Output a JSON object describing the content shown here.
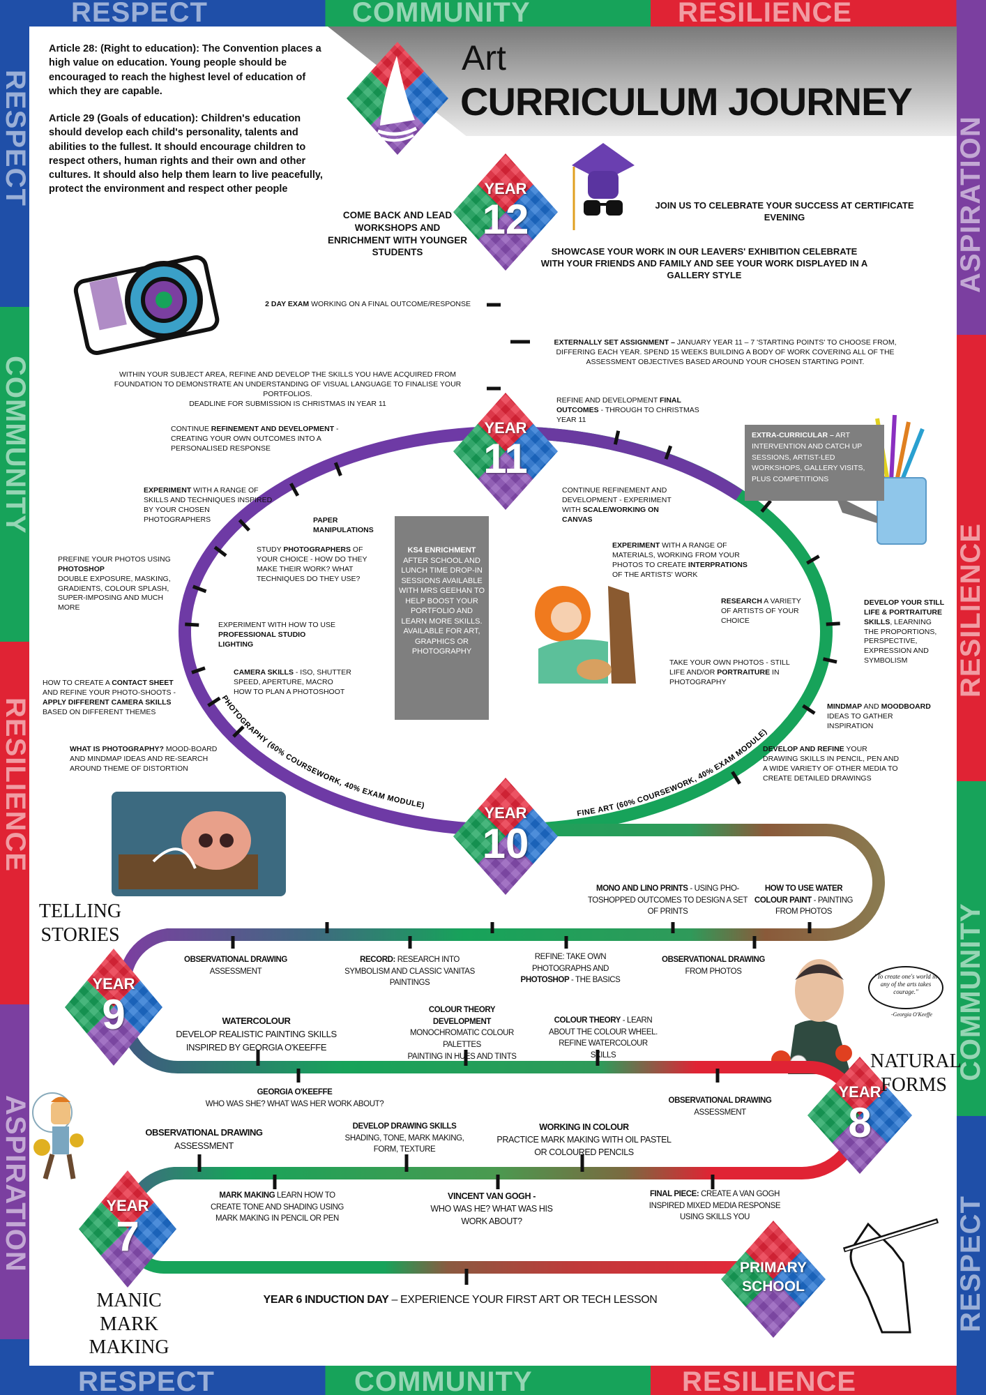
{
  "colors": {
    "blue": "#1f4fa8",
    "green": "#17a35a",
    "red": "#e02334",
    "purple": "#7b3fa0",
    "gray": "#7f7f7f"
  },
  "border": {
    "top": [
      "RESPECT",
      "COMMUNITY",
      "RESILIENCE"
    ],
    "bottom": [
      "RESPECT",
      "COMMUNITY",
      "RESILIENCE"
    ],
    "left": [
      "RESPECT",
      "COMMUNITY",
      "RESILIENCE",
      "ASPIRATION"
    ],
    "right": [
      "ASPIRATION",
      "RESILIENCE",
      "COMMUNITY",
      "RESPECT"
    ]
  },
  "header": {
    "subject": "Art",
    "title": "CURRICULUM JOURNEY"
  },
  "articles": {
    "a28": "Article 28: (Right to education): The Convention places a high value on education. Young people should be encouraged to reach the highest level of education of which they are capable.",
    "a29": "Article 29 (Goals of education): Children's education should develop each child's personality, talents and abilities to the fullest. It should encourage children to respect others, human rights and their own and other cultures. It should also help them learn to live peacefully, protect the environment and respect other people"
  },
  "years": {
    "y12": [
      "YEAR",
      "12"
    ],
    "y11": [
      "YEAR",
      "11"
    ],
    "y10": [
      "YEAR",
      "10"
    ],
    "y9": [
      "YEAR",
      "9"
    ],
    "y8": [
      "YEAR",
      "8"
    ],
    "y7": [
      "YEAR",
      "7"
    ],
    "primary": [
      "PRIMARY",
      "SCHOOL"
    ]
  },
  "themes": {
    "y9": "TELLING STORIES",
    "y8": "NATURAL FORMS",
    "y7": "MANIC MARK MAKING"
  },
  "quote": {
    "text": "\"To create one's world in any of the arts takes courage.\"",
    "author": "-Georgia O'Keeffe"
  },
  "pathways": {
    "photography": "PHOTOGRAPHY (60% COURSEWORK, 40% EXAM MODULE)",
    "fineart": "FINE ART (60% COURSEWORK, 40% EXAM MODULE)"
  },
  "labels": {
    "comeback": [
      [
        "COME BACK AND LEAD WORKSHOPS AND ENRICHMENT WITH YOUNGER STUDENTS",
        1
      ]
    ],
    "join": [
      [
        "JOIN US TO CELEBRATE YOUR SUCCESS AT CERTIFICATE EVENING",
        1
      ]
    ],
    "showcase": [
      [
        "SHOWCASE YOUR WORK IN OUR LEAVERS' EXHIBITION CELEBRATE WITH YOUR FRIENDS AND FAMILY AND SEE YOUR WORK DISPLAYED IN A GALLERY STYLE",
        1
      ]
    ],
    "exam": [
      [
        "2 DAY EXAM",
        1
      ],
      [
        " WORKING ON A FINAL OUTCOME/RESPONSE",
        0
      ]
    ],
    "esa": [
      [
        "EXTERNALLY SET ASSIGNMENT –",
        1
      ],
      [
        " JANUARY YEAR 11 – 7 'STARTING POINTS' TO CHOOSE FROM, DIFFERING EACH YEAR. SPEND 15 WEEKS BUILDING A BODY OF WORK COVERING ALL OF THE ASSESSMENT OBJECTIVES BASED AROUND YOUR CHOSEN STARTING POINT.",
        0
      ]
    ],
    "within": [
      [
        "WITHIN YOUR SUBJECT AREA, REFINE AND DEVELOP THE SKILLS YOU HAVE ACQUIRED FROM FOUNDATION TO DEMONSTRATE AN UNDERSTANDING OF VISUAL LANGUAGE TO FINALISE YOUR PORTFOLIOS.",
        0
      ],
      [
        "\nDEADLINE FOR SUBMISSION IS CHRISTMAS IN YEAR 11",
        0
      ]
    ],
    "finalout": [
      [
        "REFINE AND DEVELOPMENT ",
        0
      ],
      [
        "FINAL OUTCOMES",
        1
      ],
      [
        " - THROUGH TO CHRISTMAS YEAR 11",
        0
      ]
    ],
    "contref": [
      [
        "CONTINUE ",
        0
      ],
      [
        "REFINEMENT AND DEVELOPMENT",
        1
      ],
      [
        " - CREATING YOUR OWN OUTCOMES INTO A PERSONALISED RESPONSE",
        0
      ]
    ],
    "contref2": [
      [
        "CONTINUE REFINEMENT AND DEVELOPMENT - EXPERIMENT WITH ",
        0
      ],
      [
        "SCALE/WORKING ON CANVAS",
        1
      ]
    ],
    "expphoto": [
      [
        "EXPERIMENT",
        1
      ],
      [
        " WITH A RANGE OF SKILLS AND TECHNIQUES INSPIRED BY YOUR CHOSEN PHOTOGRAPHERS",
        0
      ]
    ],
    "paper": [
      [
        "PAPER MANIPULATIONS",
        1
      ]
    ],
    "study": [
      [
        "STUDY ",
        0
      ],
      [
        "PHOTOGRAPHERS",
        1
      ],
      [
        " OF YOUR CHOICE - HOW DO THEY MAKE THEIR WORK? WHAT TECHNIQUES DO THEY USE?",
        0
      ]
    ],
    "prefine": [
      [
        "PREFINE YOUR PHOTOS USING ",
        0
      ],
      [
        "PHOTOSHOP",
        1
      ],
      [
        "\nDOUBLE EXPOSURE, MASKING, GRADIENTS, COLOUR SPLASH, SUPER-IMPOSING AND MUCH MORE",
        0
      ]
    ],
    "lighting": [
      [
        "EXPERIMENT WITH HOW TO USE ",
        0
      ],
      [
        "PROFESSIONAL STUDIO LIGHTING",
        1
      ]
    ],
    "camera": [
      [
        "CAMERA SKILLS",
        1
      ],
      [
        " - ISO, SHUTTER SPEED, APERTURE, MACRO\nHOW TO PLAN A PHOTOSHOOT",
        0
      ]
    ],
    "contact": [
      [
        "HOW TO CREATE A ",
        0
      ],
      [
        "CONTACT SHEET",
        1
      ],
      [
        " AND REFINE YOUR PHOTO-SHOOTS - ",
        0
      ],
      [
        "APPLY DIFFERENT CAMERA SKILLS",
        1
      ],
      [
        " BASED ON DIFFErENT THEMES",
        0
      ]
    ],
    "whatis": [
      [
        "WHAT IS PHOTOGRAPHY?",
        1
      ],
      [
        " MOOD-BOARD AND MINDMAP IDEAS AND RE-SEARCH AROUND THEME OF DISTORTION",
        0
      ]
    ],
    "ks4": [
      [
        "KS4 ENRICHMENT",
        1
      ],
      [
        "\nAFTER SCHOOL AND LUNCH TIME DROP-IN SESSIONS AVAILABLE WITH MRS GEEHAN TO HELP BOOST YOUR PORTFOLIO AND LEARN MORE SKILLS.\nAVAILABLE FOR ART, GRAPHICS OR PHOTOGRAPHY",
        0
      ]
    ],
    "extra": [
      [
        "EXTRA-CURRICULAR –",
        1
      ],
      [
        " ART INTERVENTION AND CATCH UP SESSIONS, ARTIST-LED WORKSHOPS, GALLERY VISITS, PLUS COMPETITIONS",
        0
      ]
    ],
    "expmat": [
      [
        "EXPERIMENT",
        1
      ],
      [
        " WITH A RANGE OF MATERIALS, WORKING FROM YOUR PHOTOS TO CREATE ",
        0
      ],
      [
        "INTERPRATIONS",
        1
      ],
      [
        " OF THE ARTISTS' WORK",
        0
      ]
    ],
    "research": [
      [
        "RESEARCH",
        1
      ],
      [
        " A VARIETY OF ARTISTS OF YOUR CHOICE",
        0
      ]
    ],
    "still": [
      [
        "DEVELOP YOUR STILL LIFE & PORTRAITURE SKILLS",
        1
      ],
      [
        ", LEARNING THE PROPORTIONS, PERSPECTIVE, EXPRESSION AND SYMBOLISM",
        0
      ]
    ],
    "takephotos": [
      [
        "TAKE YOUR OWN PHOTOS - STILL LIFE AND/OR ",
        0
      ],
      [
        "PORTRAITURE",
        1
      ],
      [
        " IN PHOTOGRAPHY",
        0
      ]
    ],
    "mindmap": [
      [
        "MINDMAP",
        1
      ],
      [
        " AND ",
        0
      ],
      [
        "MOODBOARD",
        1
      ],
      [
        " IDEAS TO GATHER INSPIRATION",
        0
      ]
    ],
    "devrefine": [
      [
        "DEVELOP AND REFINE",
        1
      ],
      [
        " YOUR DRAWING SKILLS IN PENCIL, PEN AND A WIDE VARIETY OF OTHER MEDIA TO CREATE DETAILED DRAWINGS",
        0
      ]
    ],
    "mono": [
      [
        "MONO AND LINO PRINTS",
        1
      ],
      [
        " - USING PHO-TOSHOPPED OUTCOMES TO DESIGN A SET OF PRINTS",
        0
      ]
    ],
    "water": [
      [
        "HOW TO USE WATER COLOUR PAINT",
        1
      ],
      [
        " - PAINTING FROM PHOTOS",
        0
      ]
    ],
    "obs9": [
      [
        "OBSERVATIONAL DRAWING",
        1
      ],
      [
        "\nASSESSMENT",
        0
      ]
    ],
    "record": [
      [
        "RECORD:",
        1
      ],
      [
        " RESEARCH INTO SYMBOLISM AND CLASSIC VANITAS PAINTINGS",
        0
      ]
    ],
    "refine9": [
      [
        "REFINE: TAKE OWN PHOTOGRAPHS AND ",
        0
      ],
      [
        "PHOTOSHOP",
        1
      ],
      [
        " - THE BASICS",
        0
      ]
    ],
    "obsphotos": [
      [
        "OBSERVATIONAL DRAWING",
        1
      ],
      [
        "\nFROM PHOTOS",
        0
      ]
    ],
    "watercolour": [
      [
        "WATERCOLOUR",
        1
      ],
      [
        "\nDEVELOP REALISTIC PAINTING SKILLS INSPIRED BY GEORGIA O'KEEFFE",
        0
      ]
    ],
    "ctdev": [
      [
        "COLOUR THEORY DEVELOPMENT",
        1
      ],
      [
        "\nMONOCHROMATIC COLOUR PALETTES\nPAINTING IN HUES AND TINTS",
        0
      ]
    ],
    "ctlearn": [
      [
        "COLOUR THEORY",
        1
      ],
      [
        " - LEARN ABOUT THE COLOUR WHEEL. REFINE WATERCOLOUR SKILLS",
        0
      ]
    ],
    "georgia": [
      [
        "GEORGIA O'KEEFFE",
        1
      ],
      [
        "\nWHO WAS SHE? WHAT WAS HER WORK ABOUT?",
        0
      ]
    ],
    "obs8": [
      [
        "OBSERVATIONAL DRAWING",
        1
      ],
      [
        "\nASSESSMENT",
        0
      ]
    ],
    "obs7": [
      [
        "OBSERVATIONAL DRAWING",
        1
      ],
      [
        "\nASSESSMENT",
        0
      ]
    ],
    "drawskills": [
      [
        "DEVELOP DRAWING SKILLS",
        1
      ],
      [
        "\nSHADING, TONE, MARK MAKING, FORM, TEXTURE",
        0
      ]
    ],
    "colour": [
      [
        "WORKING IN COLOUR",
        1
      ],
      [
        "\nPRACTICE MARK MAKING WITH OIL PASTEL OR COLOURED PENCILS",
        0
      ]
    ],
    "markmaking": [
      [
        "MARK MAKING",
        1
      ],
      [
        " LEARN HOW TO CREATE TONE AND SHADING USING MARK MAKING IN PENCIL OR PEN",
        0
      ]
    ],
    "vangogh": [
      [
        "VINCENT VAN GOGH -",
        1
      ],
      [
        "\nWHO WAS HE? WHAT WAS HIS WORK ABOUT?",
        0
      ]
    ],
    "finalpiece": [
      [
        "FINAL PIECE:",
        1
      ],
      [
        " CREATE A VAN GOGH INSPIRED MIXED MEDIA RESPONSE USING SKILLS YOU",
        0
      ]
    ],
    "induction": [
      [
        "YEAR 6 INDUCTION DAY",
        1
      ],
      [
        " – EXPERIENCE YOUR FIRST ART OR TECH LESSON",
        0
      ]
    ]
  }
}
